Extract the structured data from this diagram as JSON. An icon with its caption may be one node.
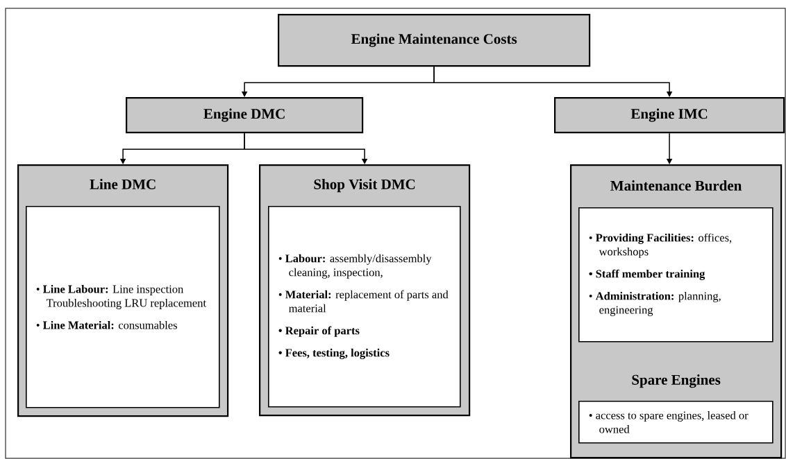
{
  "diagram": {
    "nodes": [
      {
        "text": [
          "Engine Maintenance Costs"
        ]
      },
      {
        "text": [
          "Engine DMC"
        ]
      },
      {
        "text": [
          "Engine IMC"
        ]
      },
      {
        "text": [
          "Line DMC"
        ]
      },
      {
        "text": [
          "• **Line Labour:** Line inspection Troubleshooting LRU replacement",
          "• **Line Material:** consumables"
        ],
        "in": 3
      },
      {
        "text": [
          "Shop Visit DMC"
        ]
      },
      {
        "text": [
          "• **Labour:** assembly/disassembly cleaning, inspection,",
          "• **Material:** replacement of parts and material",
          "• Repair of parts",
          "• Fees, testing, logistics"
        ],
        "in": 5
      },
      {
        "text": [
          "Maintenance Burden",
          "Spare Engines"
        ]
      },
      {
        "text": [
          "• **Providing Facilities:** offices, workshops",
          "• Staff member training",
          "• **Administration:** planning, engineering"
        ],
        "in": 7
      },
      {
        "text": [
          "• access to spare engines, leased or owned"
        ],
        "in": 7
      }
    ],
    "edges": [
      {
        "from": 0,
        "to": 1,
        "arrow": "to"
      },
      {
        "from": 0,
        "to": 2,
        "arrow": "to"
      },
      {
        "from": 1,
        "to": 3,
        "arrow": "to"
      },
      {
        "from": 1,
        "to": 5,
        "arrow": "to"
      },
      {
        "from": 2,
        "to": 7,
        "arrow": "to"
      }
    ]
  }
}
